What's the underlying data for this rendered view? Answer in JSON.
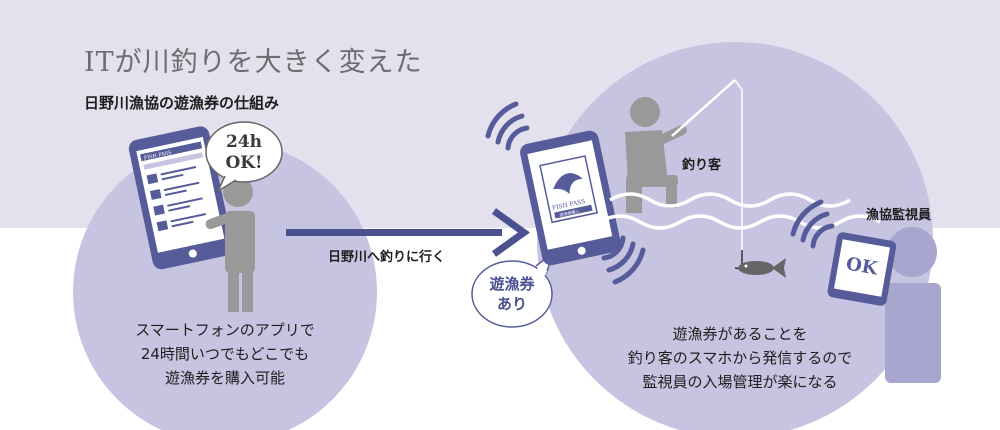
{
  "title": "ITが川釣りを大きく変えた",
  "subtitle": "日野川漁協の遊漁券の仕組み",
  "left": {
    "speech_bubble": {
      "line1": "24h",
      "line2": "OK!"
    },
    "phone_logo": "FISH PASS",
    "description": [
      "スマートフォンのアプリで",
      "24時間いつでもどこでも",
      "遊漁券を購入可能"
    ]
  },
  "arrow_label": "日野川へ釣りに行く",
  "ticket_bubble": {
    "line1": "遊漁券",
    "line2": "あり"
  },
  "right": {
    "angler_label": "釣り客",
    "phone_logo": "FISH PASS",
    "phone_sub": "遊漁券購入",
    "inspector_label": "漁協監視員",
    "ok_tablet": "OK",
    "description": [
      "遊漁券があることを",
      "釣り客のスマホから発信するので",
      "監視員の入場管理が楽になる"
    ]
  },
  "colors": {
    "band": "#e4e1ee",
    "circle": "#c7c4e1",
    "arrow": "#4a5190",
    "phone": "#555c99",
    "person": "#999999",
    "inspector": "#a8a6cf"
  }
}
